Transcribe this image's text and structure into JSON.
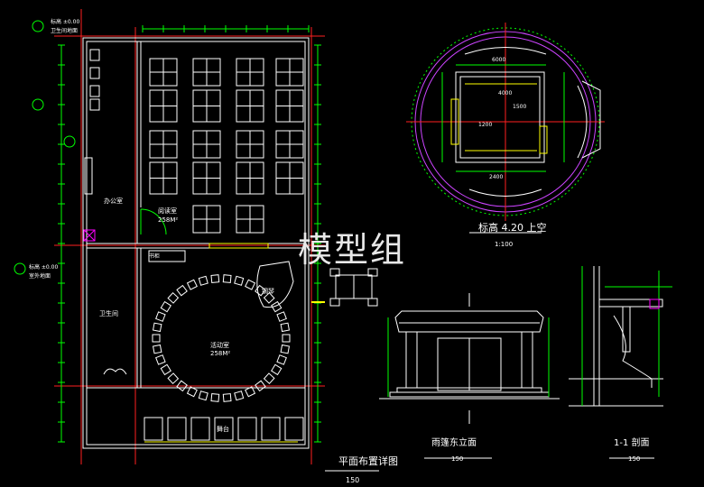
{
  "watermark": "模型组",
  "floor_plan": {
    "title": "平面布置详图",
    "scale": "150",
    "room_reading": "阅读室",
    "room_reading_area": "258M²",
    "room_activity": "活动室",
    "room_activity_area": "258M²",
    "room_office": "办公室",
    "room_toilet": "卫生间",
    "room_piano": "钢琴",
    "room_stage": "舞台",
    "cabinet_label": "书柜",
    "elev_label_top": "标高 ±0.00",
    "elev_label_mid": "标高 ±0.00",
    "note_top": "卫生间地面",
    "note_mid": "室外地面"
  },
  "top_plan": {
    "title": "标高 4.20 上空",
    "scale": "1:100",
    "dims": [
      "6000",
      "2400",
      "1200",
      "1500",
      "4000"
    ]
  },
  "east_elevation": {
    "title": "雨篷东立面",
    "scale": "150"
  },
  "section": {
    "title": "1-1  剖面",
    "scale": "150"
  },
  "colors": {
    "wall": "#ffffff",
    "dim": "#00ff00",
    "axis": "#ff2020",
    "accent": "#ffff00",
    "magenta": "#ff00ff",
    "circle": "#cc44ff"
  }
}
